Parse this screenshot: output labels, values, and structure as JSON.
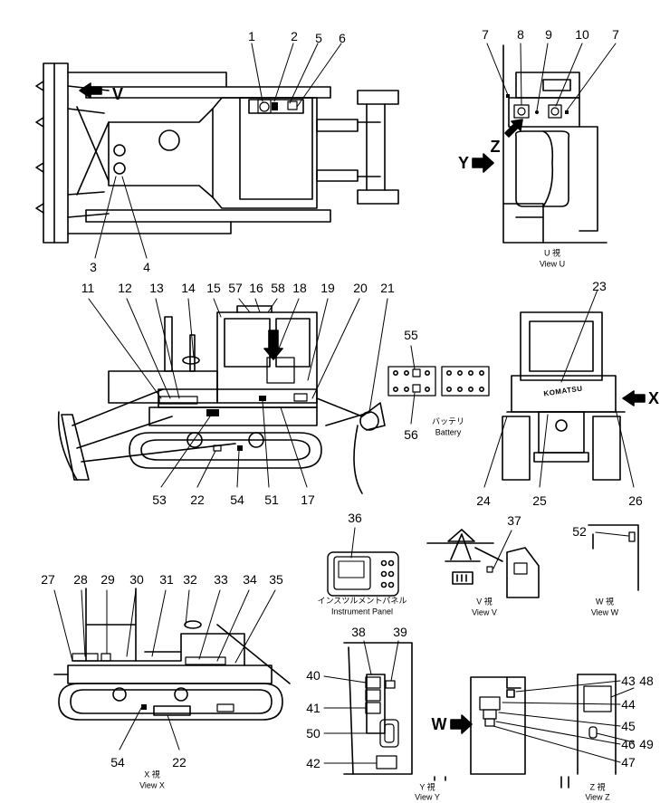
{
  "callouts": [
    "1",
    "2",
    "3",
    "4",
    "5",
    "6",
    "7",
    "8",
    "9",
    "10",
    "11",
    "12",
    "13",
    "14",
    "15",
    "16",
    "17",
    "18",
    "19",
    "20",
    "21",
    "22",
    "23",
    "24",
    "25",
    "26",
    "27",
    "28",
    "29",
    "30",
    "31",
    "32",
    "33",
    "34",
    "35",
    "36",
    "37",
    "38",
    "39",
    "40",
    "41",
    "42",
    "43",
    "44",
    "45",
    "46",
    "47",
    "48",
    "49",
    "50",
    "51",
    "52",
    "53",
    "54",
    "55",
    "56",
    "57",
    "58"
  ],
  "views": {
    "u": {
      "jp": "U 視",
      "en": "View U"
    },
    "v": {
      "jp": "V 視",
      "en": "View V"
    },
    "w": {
      "jp": "W 視",
      "en": "View W"
    },
    "x": {
      "jp": "X 視",
      "en": "View X"
    },
    "y": {
      "jp": "Y 視",
      "en": "View Y"
    },
    "z": {
      "jp": "Z 視",
      "en": "View Z"
    }
  },
  "arrows": {
    "v": "V",
    "x": "X",
    "y": "Y",
    "z": "Z",
    "w": "W"
  },
  "battery": {
    "jp": "バッテリ",
    "en": "Battery"
  },
  "instrument_panel": {
    "jp": "インスツルメントパネル",
    "en": "Instrument Panel"
  },
  "brand": "KOMATSU"
}
